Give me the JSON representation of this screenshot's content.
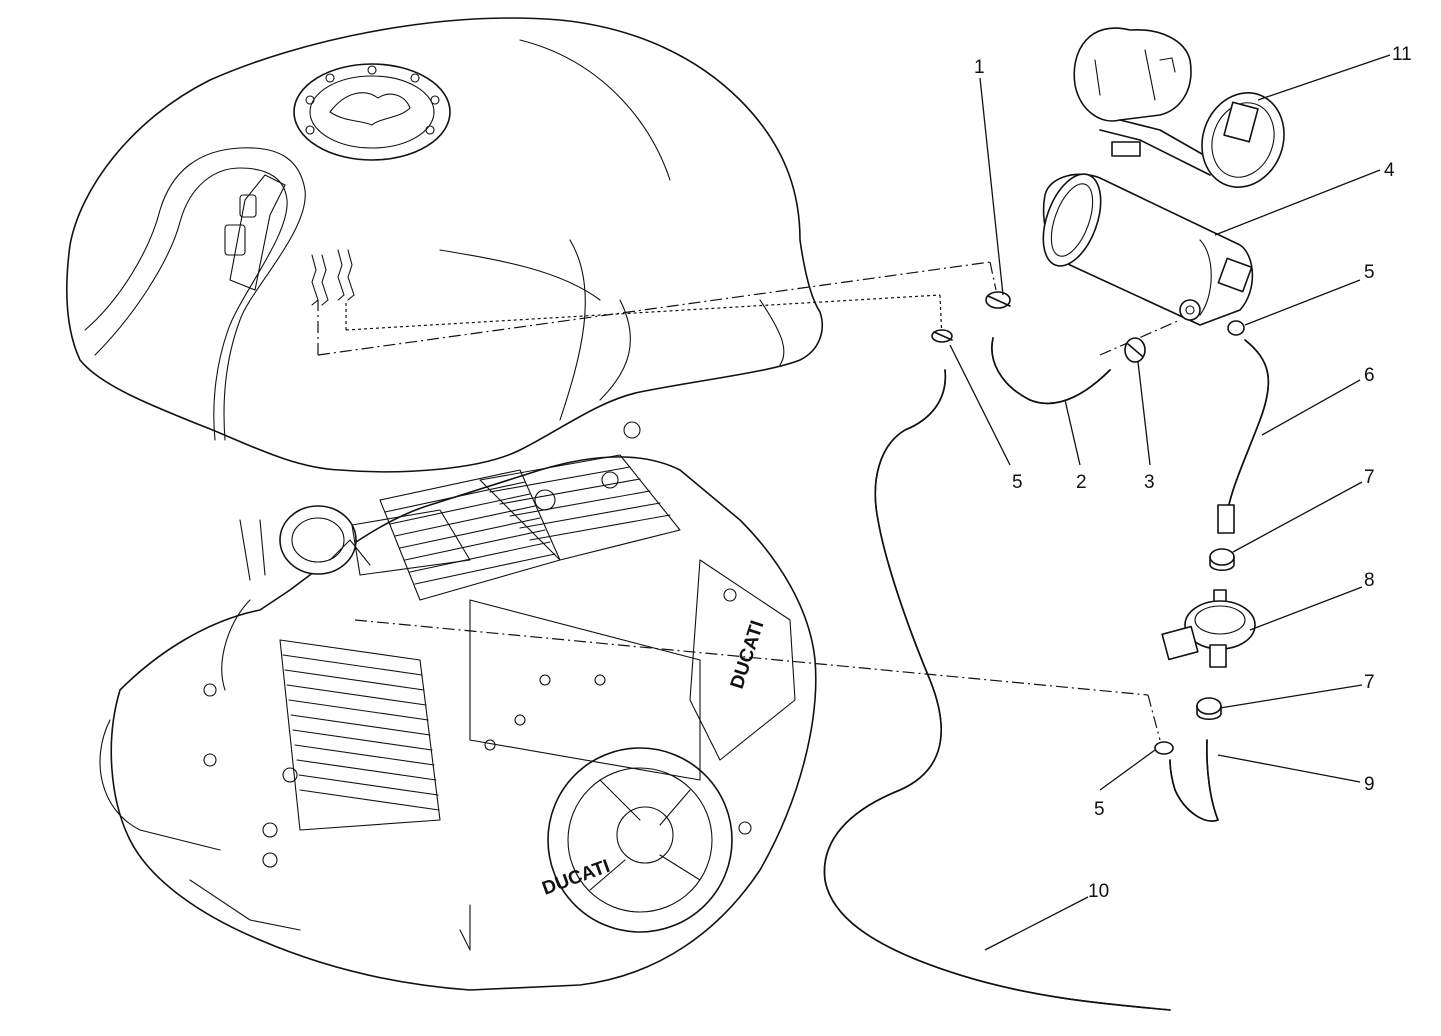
{
  "callouts": [
    {
      "id": "callout-1",
      "label": "1"
    },
    {
      "id": "callout-2",
      "label": "2"
    },
    {
      "id": "callout-3",
      "label": "3"
    },
    {
      "id": "callout-4",
      "label": "4"
    },
    {
      "id": "callout-5a",
      "label": "5"
    },
    {
      "id": "callout-5b",
      "label": "5"
    },
    {
      "id": "callout-5c",
      "label": "5"
    },
    {
      "id": "callout-6",
      "label": "6"
    },
    {
      "id": "callout-7a",
      "label": "7"
    },
    {
      "id": "callout-7b",
      "label": "7"
    },
    {
      "id": "callout-8",
      "label": "8"
    },
    {
      "id": "callout-9",
      "label": "9"
    },
    {
      "id": "callout-10",
      "label": "10"
    },
    {
      "id": "callout-11",
      "label": "11"
    }
  ],
  "brand_marks": [
    "DUCATI",
    "DUCATI"
  ]
}
